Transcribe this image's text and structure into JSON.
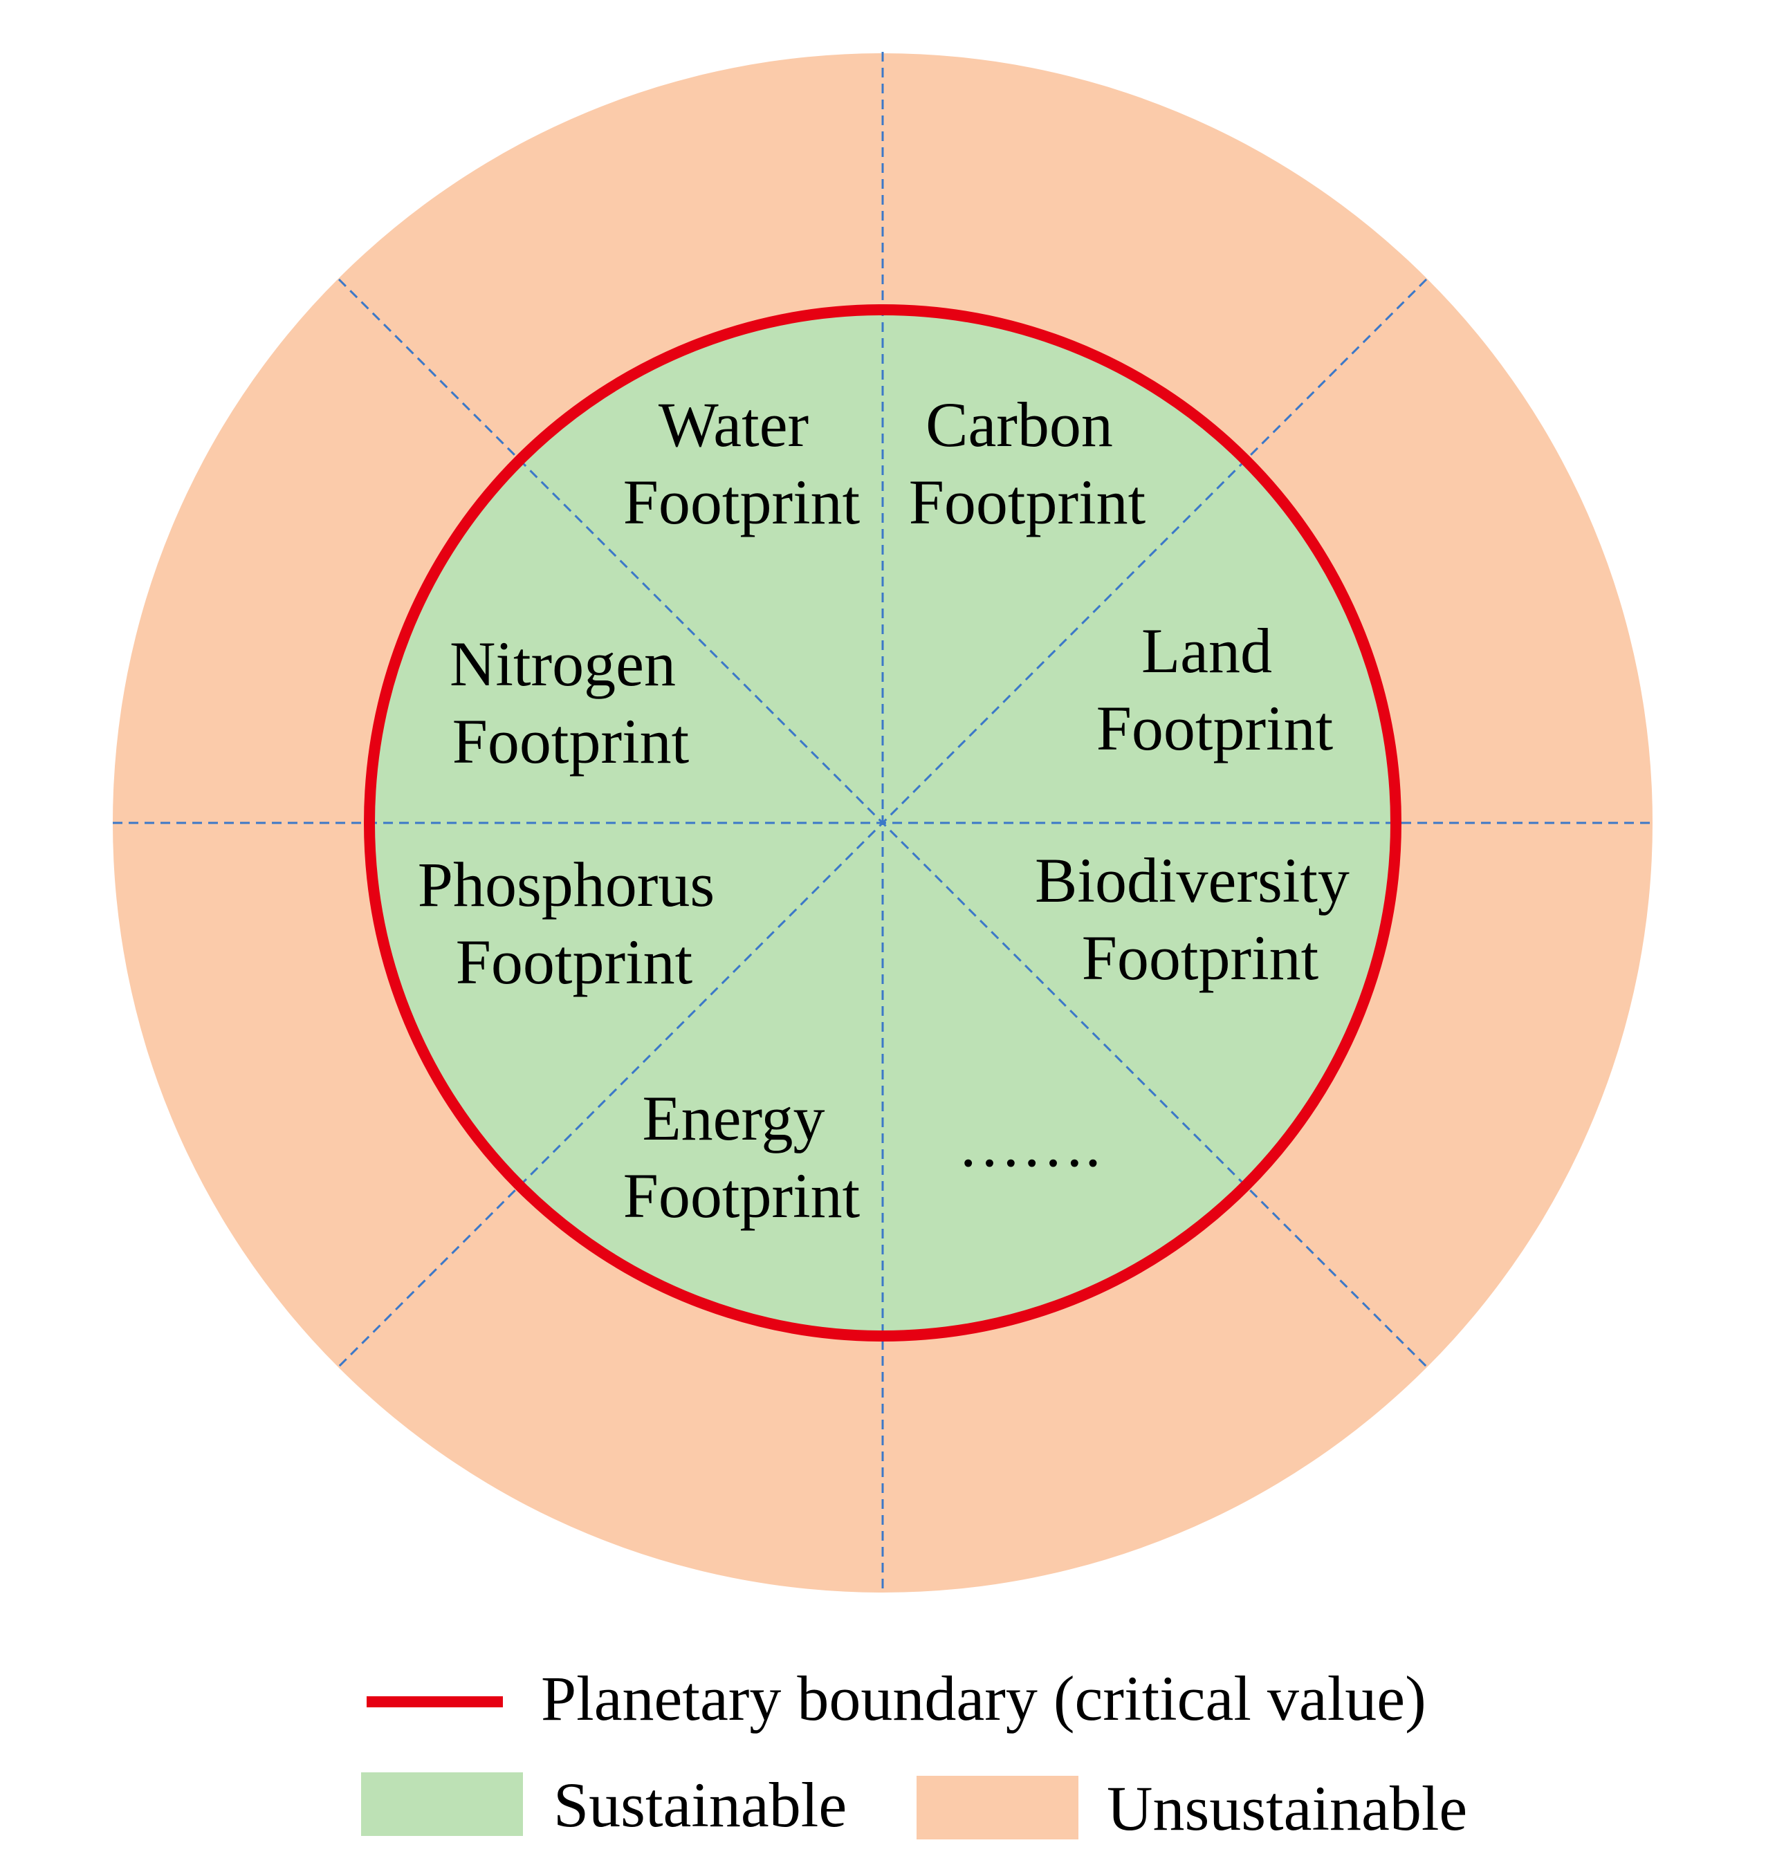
{
  "colors": {
    "outer_ring": "#FBCBAA",
    "inner_circle": "#BDE1B5",
    "boundary": "#E60012",
    "divider": "#3B78C8",
    "text": "#000000"
  },
  "sectors": {
    "water": {
      "line1": "Water",
      "line2": "Footprint"
    },
    "carbon": {
      "line1": "Carbon",
      "line2": "Footprint"
    },
    "land": {
      "line1": "Land",
      "line2": "Footprint"
    },
    "biodiversity": {
      "line1": "Biodiversity",
      "line2": "Footprint"
    },
    "more": {
      "label": "……."
    },
    "energy": {
      "line1": "Energy",
      "line2": "Footprint"
    },
    "phosphorus": {
      "line1": "Phosphorus",
      "line2": "Footprint"
    },
    "nitrogen": {
      "line1": "Nitrogen",
      "line2": "Footprint"
    }
  },
  "legend": {
    "boundary_label": "Planetary boundary (critical value)",
    "sustainable_label": "Sustainable",
    "unsustainable_label": "Unsustainable"
  }
}
